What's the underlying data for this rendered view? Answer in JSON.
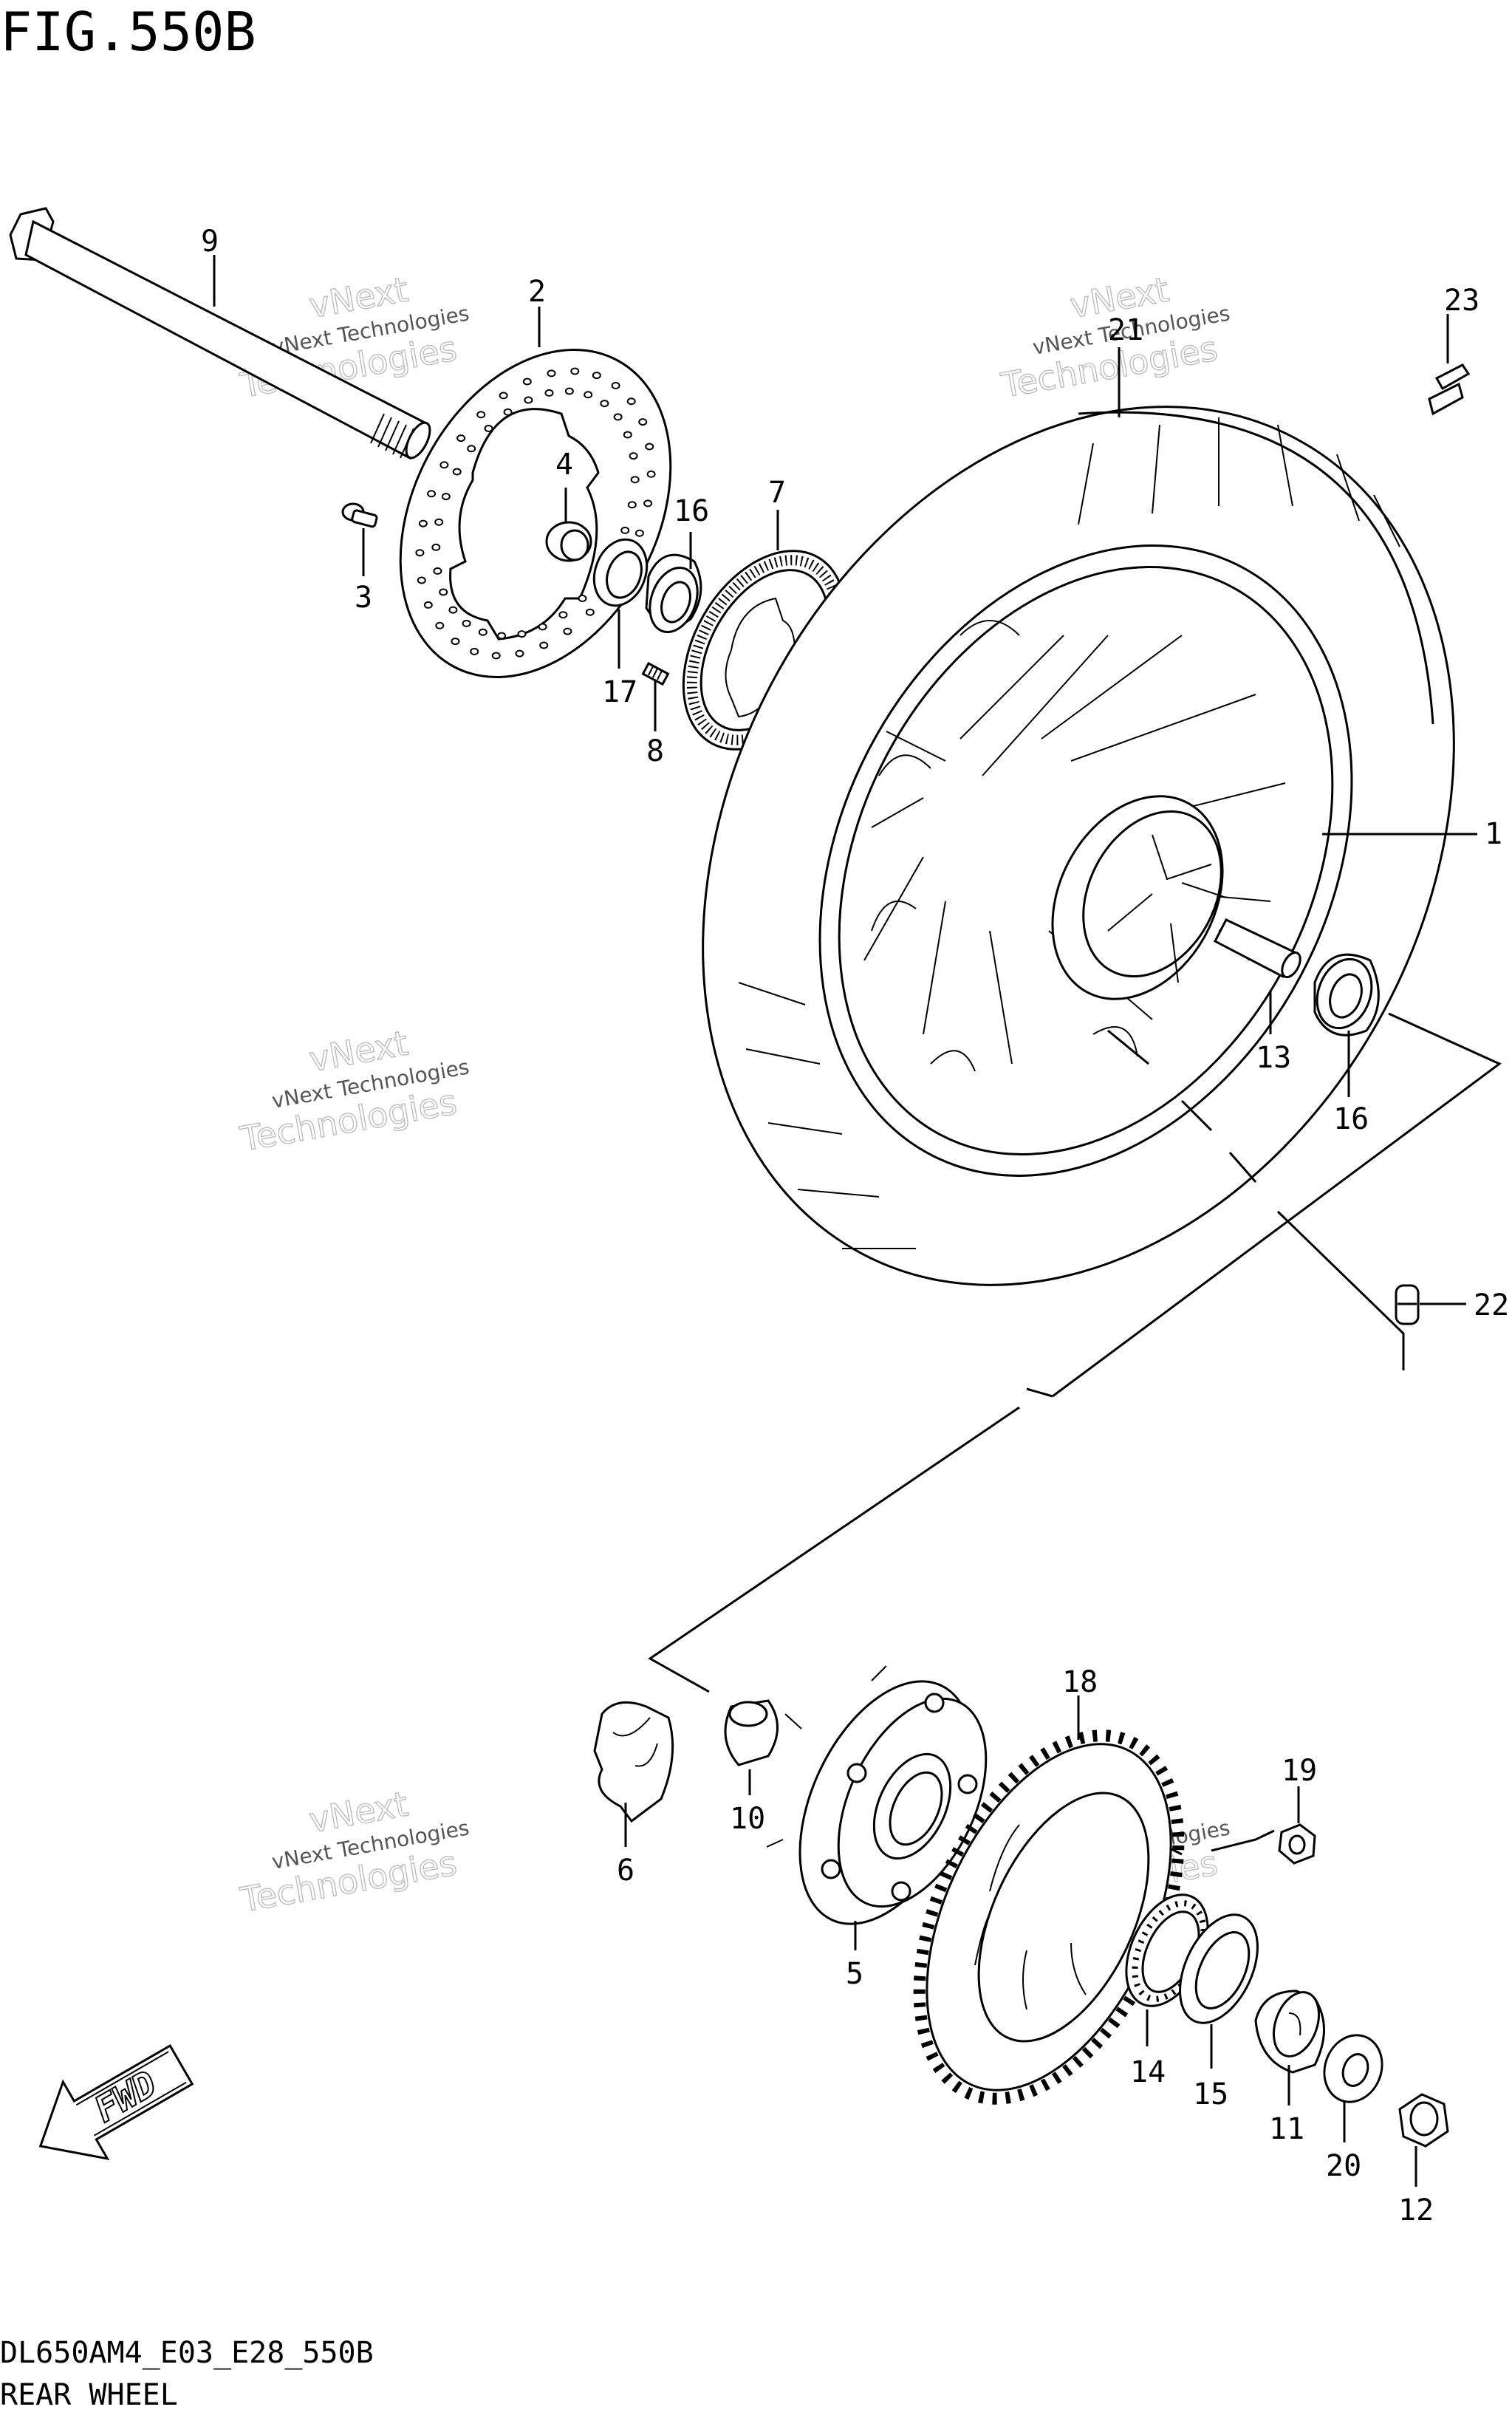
{
  "figure": {
    "title": "FIG.550B",
    "model_code": "DL650AM4_E03_E28_550B",
    "caption": "REAR WHEEL",
    "direction_badge": "FWD",
    "watermark_line1": "vNext Technologies",
    "watermark_line2": "vNext",
    "watermark_line3": "Technologies"
  },
  "callouts": {
    "c1": "1",
    "c2": "2",
    "c3": "3",
    "c4": "4",
    "c5": "5",
    "c6": "6",
    "c7": "7",
    "c8": "8",
    "c9": "9",
    "c10": "10",
    "c11": "11",
    "c12": "12",
    "c13": "13",
    "c14": "14",
    "c15": "15",
    "c16a": "16",
    "c16b": "16",
    "c17": "17",
    "c18": "18",
    "c19": "19",
    "c20": "20",
    "c21": "21",
    "c22": "22",
    "c23": "23"
  }
}
